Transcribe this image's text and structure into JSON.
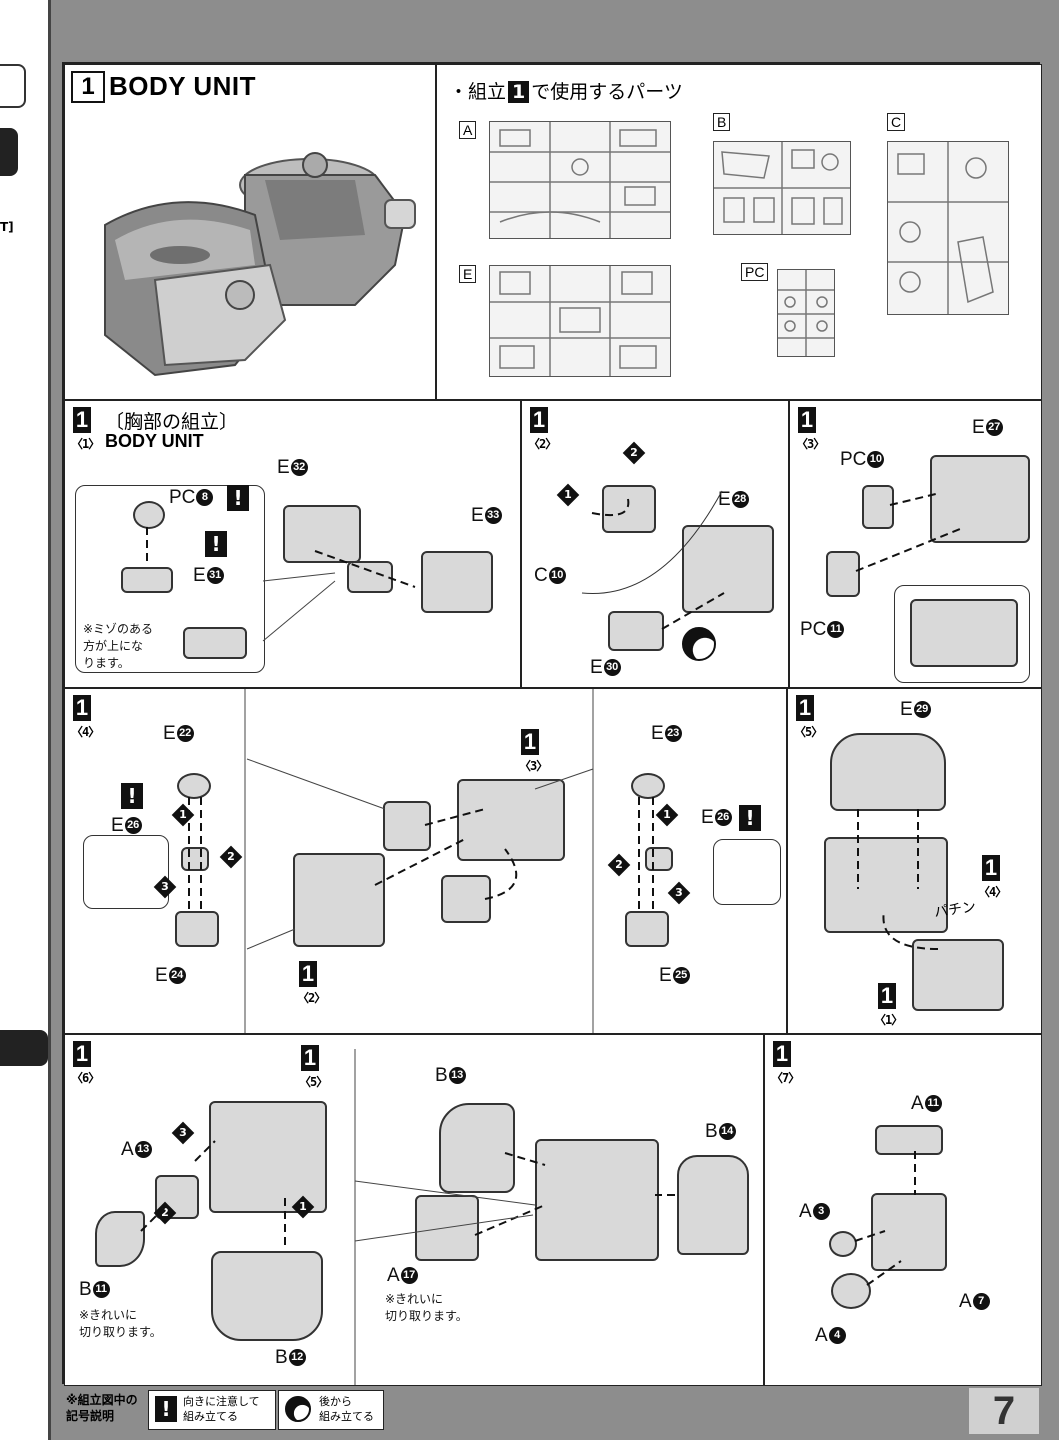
{
  "header": {
    "step_number": "1",
    "title": "BODY UNIT"
  },
  "parts_used": {
    "caption_prefix": "・組立",
    "caption_step": "1",
    "caption_suffix": "で使用するパーツ",
    "runners": [
      {
        "tag": "A"
      },
      {
        "tag": "B"
      },
      {
        "tag": "C"
      },
      {
        "tag": "E"
      },
      {
        "tag": "PC"
      }
    ]
  },
  "steps": {
    "s1": {
      "num": "1",
      "sub": "〈1〉",
      "heading": "〔胸部の組立〕",
      "subheading": "BODY UNIT",
      "parts": [
        {
          "code": "PC",
          "n": "8"
        },
        {
          "code": "E",
          "n": "31"
        },
        {
          "code": "E",
          "n": "32"
        },
        {
          "code": "E",
          "n": "33"
        }
      ],
      "note": [
        "※ミゾのある",
        "方が上にな",
        "ります。"
      ]
    },
    "s2": {
      "num": "1",
      "sub": "〈2〉",
      "parts": [
        {
          "code": "C",
          "n": "10"
        },
        {
          "code": "E",
          "n": "28"
        },
        {
          "code": "E",
          "n": "30"
        }
      ],
      "orders": [
        "1",
        "2"
      ]
    },
    "s3": {
      "num": "1",
      "sub": "〈3〉",
      "parts": [
        {
          "code": "PC",
          "n": "10"
        },
        {
          "code": "PC",
          "n": "11"
        },
        {
          "code": "E",
          "n": "27"
        }
      ]
    },
    "s4": {
      "num": "1",
      "sub": "〈4〉",
      "parts": [
        {
          "code": "E",
          "n": "22"
        },
        {
          "code": "E",
          "n": "26"
        },
        {
          "code": "E",
          "n": "24"
        },
        {
          "code": "E",
          "n": "23"
        },
        {
          "code": "E",
          "n": "26"
        },
        {
          "code": "E",
          "n": "25"
        }
      ],
      "refs": [
        {
          "num": "1",
          "sub": "〈3〉"
        },
        {
          "num": "1",
          "sub": "〈2〉"
        }
      ],
      "orders": [
        "1",
        "2",
        "3"
      ]
    },
    "s5": {
      "num": "1",
      "sub": "〈5〉",
      "parts": [
        {
          "code": "E",
          "n": "29"
        }
      ],
      "refs": [
        {
          "num": "1",
          "sub": "〈4〉"
        },
        {
          "num": "1",
          "sub": "〈1〉"
        }
      ],
      "sound": "パチン"
    },
    "s6": {
      "num": "1",
      "sub": "〈6〉",
      "parts": [
        {
          "code": "A",
          "n": "13"
        },
        {
          "code": "B",
          "n": "11"
        },
        {
          "code": "B",
          "n": "12"
        },
        {
          "code": "B",
          "n": "13"
        },
        {
          "code": "B",
          "n": "14"
        },
        {
          "code": "A",
          "n": "17"
        }
      ],
      "refs": [
        {
          "num": "1",
          "sub": "〈5〉"
        }
      ],
      "orders": [
        "1",
        "2",
        "3"
      ],
      "note_b11": [
        "※きれいに",
        "切り取ります。"
      ],
      "note_a17": [
        "※きれいに",
        "切り取ります。"
      ]
    },
    "s7": {
      "num": "1",
      "sub": "〈7〉",
      "parts": [
        {
          "code": "A",
          "n": "11"
        },
        {
          "code": "A",
          "n": "3"
        },
        {
          "code": "A",
          "n": "7"
        },
        {
          "code": "A",
          "n": "4"
        }
      ]
    }
  },
  "footer": {
    "legend_title": [
      "※組立図中の",
      "記号説明"
    ],
    "symbol1_text": [
      "向きに注意して",
      "組み立てる"
    ],
    "symbol2_text": [
      "後から",
      "組み立てる"
    ],
    "excl": "!"
  },
  "page_number": "7",
  "left_margin": {
    "fragment": "T]"
  }
}
